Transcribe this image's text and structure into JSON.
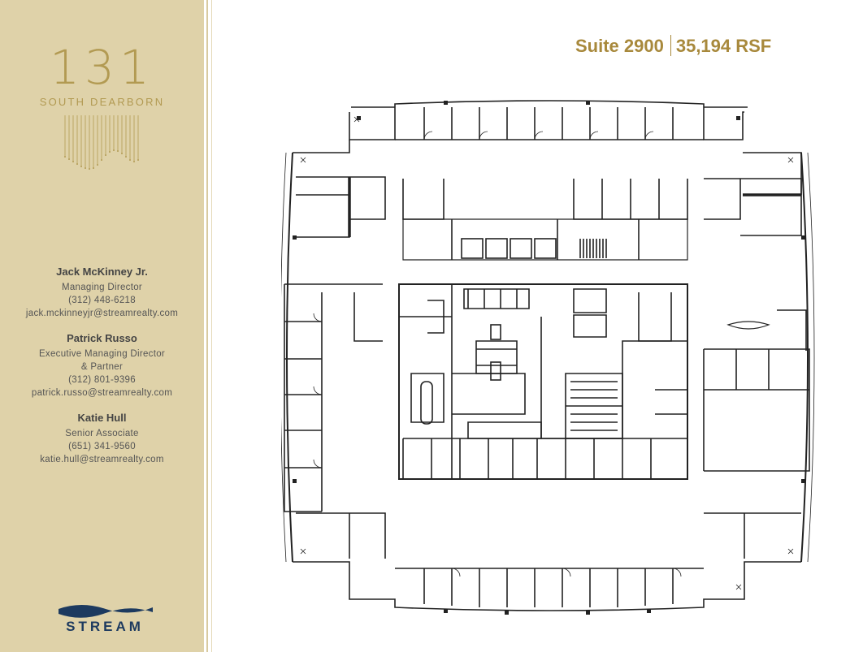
{
  "brand": {
    "building_number": "131",
    "building_name": "SOUTH DEARBORN",
    "company": "STREAM"
  },
  "header": {
    "suite": "Suite 2900",
    "area": "35,194 RSF"
  },
  "contacts": [
    {
      "name": "Jack McKinney Jr.",
      "title": "Managing Director",
      "title2": "",
      "phone": "(312) 448-6218",
      "email": "jack.mckinneyjr@streamrealty.com"
    },
    {
      "name": "Patrick Russo",
      "title": "Executive Managing Director",
      "title2": "& Partner",
      "phone": "(312) 801-9396",
      "email": "patrick.russo@streamrealty.com"
    },
    {
      "name": "Katie Hull",
      "title": "Senior Associate",
      "title2": "",
      "phone": "(651) 341-9560",
      "email": "katie.hull@streamrealty.com"
    }
  ],
  "colors": {
    "sidebar": "#dfd2a9",
    "gold": "#a8893c",
    "navy": "#1d3a5f"
  },
  "icons": [
    "building-logo-fringe",
    "stream-wave-logo",
    "floor-plan-drawing"
  ]
}
